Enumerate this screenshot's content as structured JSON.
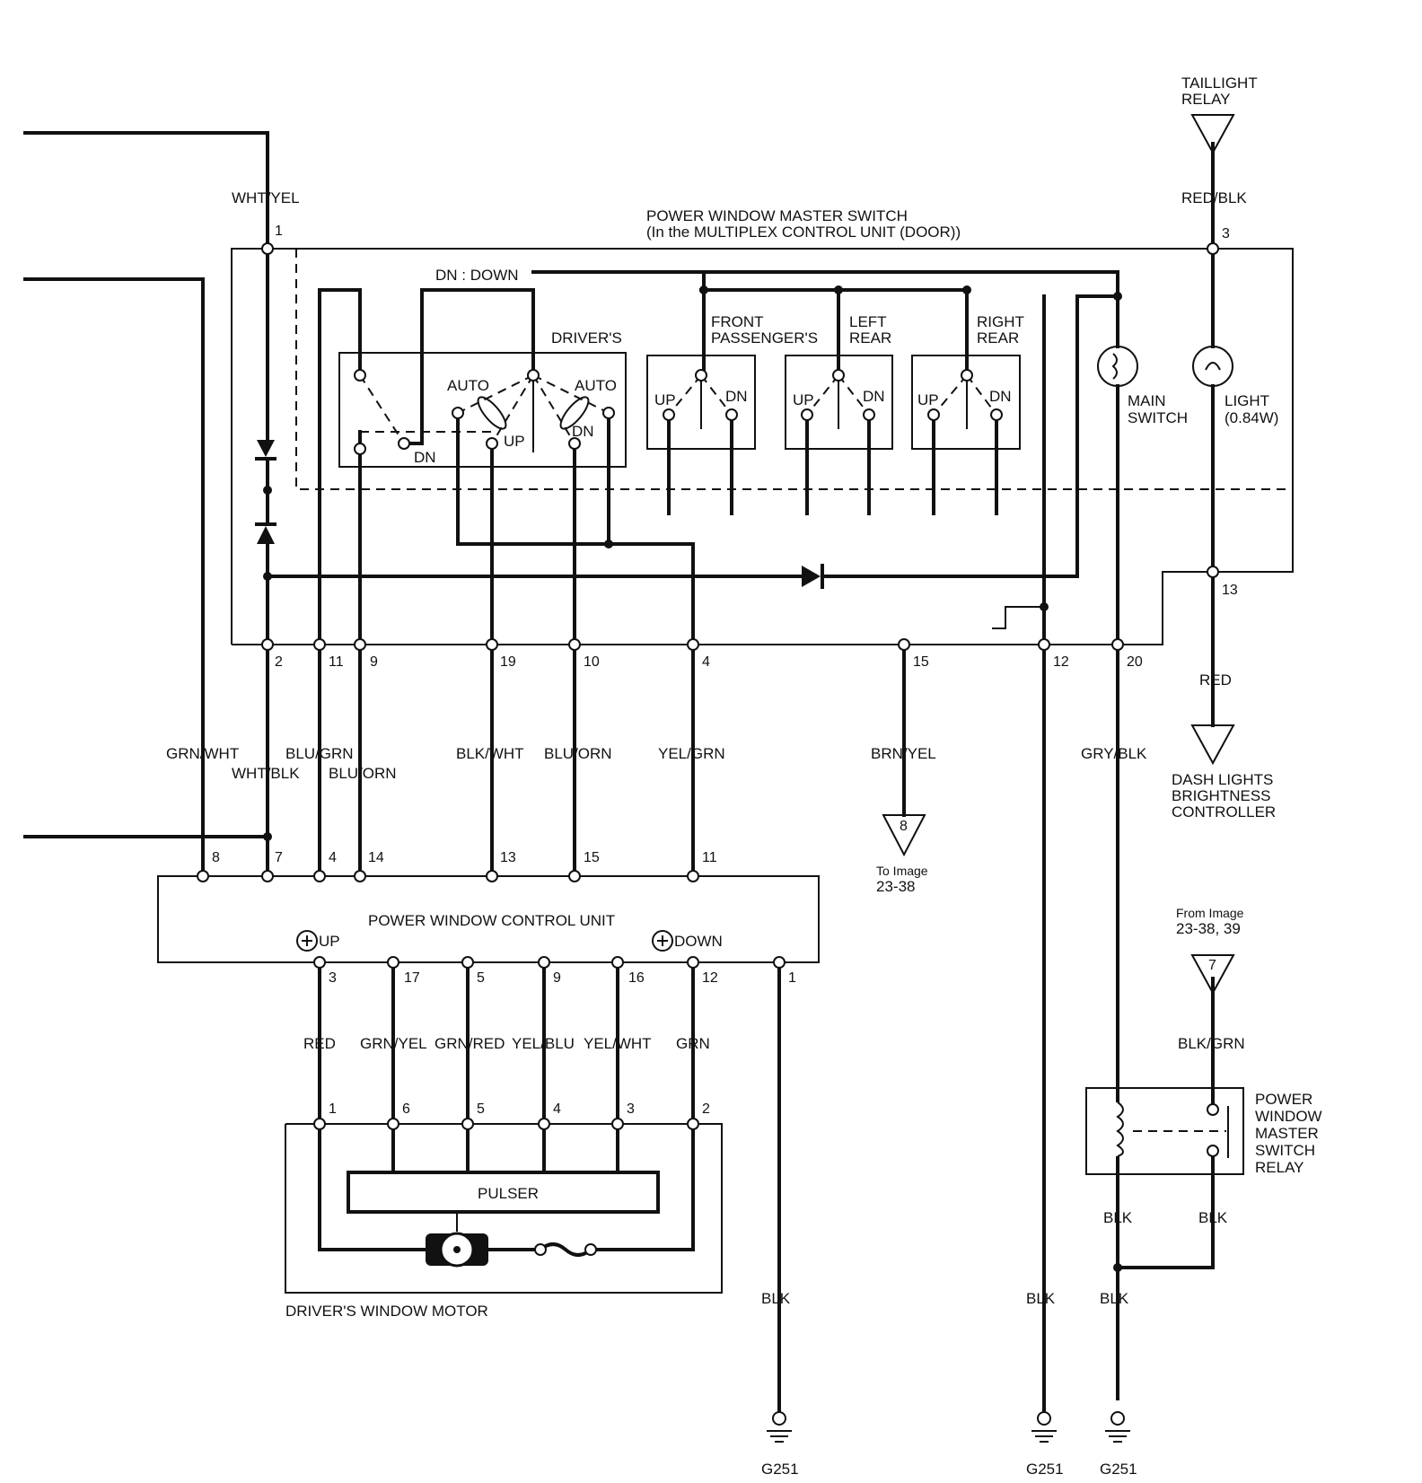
{
  "master_switch": {
    "title": "POWER WINDOW MASTER SWITCH",
    "subtitle": "(In the MULTIPLEX CONTROL UNIT (DOOR))",
    "dn_legend": "DN : DOWN",
    "drivers": "DRIVER'S",
    "auto": "AUTO",
    "up": "UP",
    "dn": "DN",
    "front_passenger": [
      "FRONT",
      "PASSENGER'S"
    ],
    "left_rear": [
      "LEFT",
      "REAR"
    ],
    "right_rear": [
      "RIGHT",
      "REAR"
    ],
    "main_switch": [
      "MAIN",
      "SWITCH"
    ],
    "light": [
      "LIGHT",
      "(0.84W)"
    ],
    "pins": [
      "1",
      "3",
      "13",
      "2",
      "11",
      "9",
      "19",
      "10",
      "4",
      "15",
      "12",
      "20"
    ]
  },
  "taillight_relay": [
    "TAILLIGHT",
    "RELAY"
  ],
  "dash_lights": [
    "DASH LIGHTS",
    "BRIGHTNESS",
    "CONTROLLER"
  ],
  "wires": {
    "wht_yel": "WHT/YEL",
    "red_blk": "RED/BLK",
    "red": "RED",
    "grn_wht": "GRN/WHT",
    "wht_blk": "WHT/BLK",
    "blu_grn": "BLU/GRN",
    "blu_orn": "BLU/ORN",
    "blk_wht": "BLK/WHT",
    "yel_grn": "YEL/GRN",
    "brn_yel": "BRN/YEL",
    "gry_blk": "GRY/BLK",
    "blk_grn": "BLK/GRN",
    "grn_yel": "GRN/YEL",
    "grn_red": "GRN/RED",
    "yel_blu": "YEL/BLU",
    "yel_wht": "YEL/WHT",
    "grn": "GRN",
    "blk": "BLK"
  },
  "to_image": {
    "num": "8",
    "line1": "To Image",
    "line2": "23-38"
  },
  "from_image": {
    "num": "7",
    "line1": "From Image",
    "line2": "23-38, 39"
  },
  "control_unit": {
    "title": "POWER WINDOW CONTROL UNIT",
    "up": "UP",
    "down": "DOWN",
    "top_pins": [
      "8",
      "7",
      "4",
      "14",
      "13",
      "15",
      "11"
    ],
    "bottom_pins": [
      "3",
      "17",
      "5",
      "9",
      "16",
      "12",
      "1"
    ]
  },
  "motor": {
    "title": "DRIVER'S WINDOW MOTOR",
    "pulser": "PULSER",
    "pins": [
      "1",
      "6",
      "5",
      "4",
      "3",
      "2"
    ]
  },
  "relay": [
    "POWER",
    "WINDOW",
    "MASTER",
    "SWITCH",
    "RELAY"
  ],
  "ground": "G251"
}
